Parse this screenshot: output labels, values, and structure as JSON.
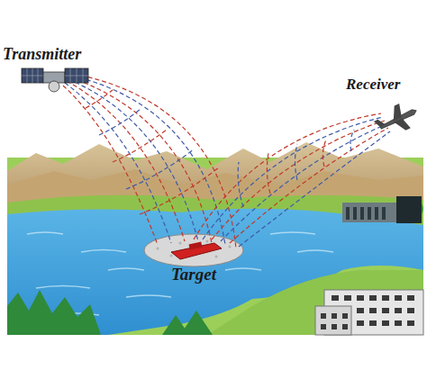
{
  "diagram": {
    "labels": [
      "Transmitter",
      "Receiver",
      "Target"
    ]
  }
}
